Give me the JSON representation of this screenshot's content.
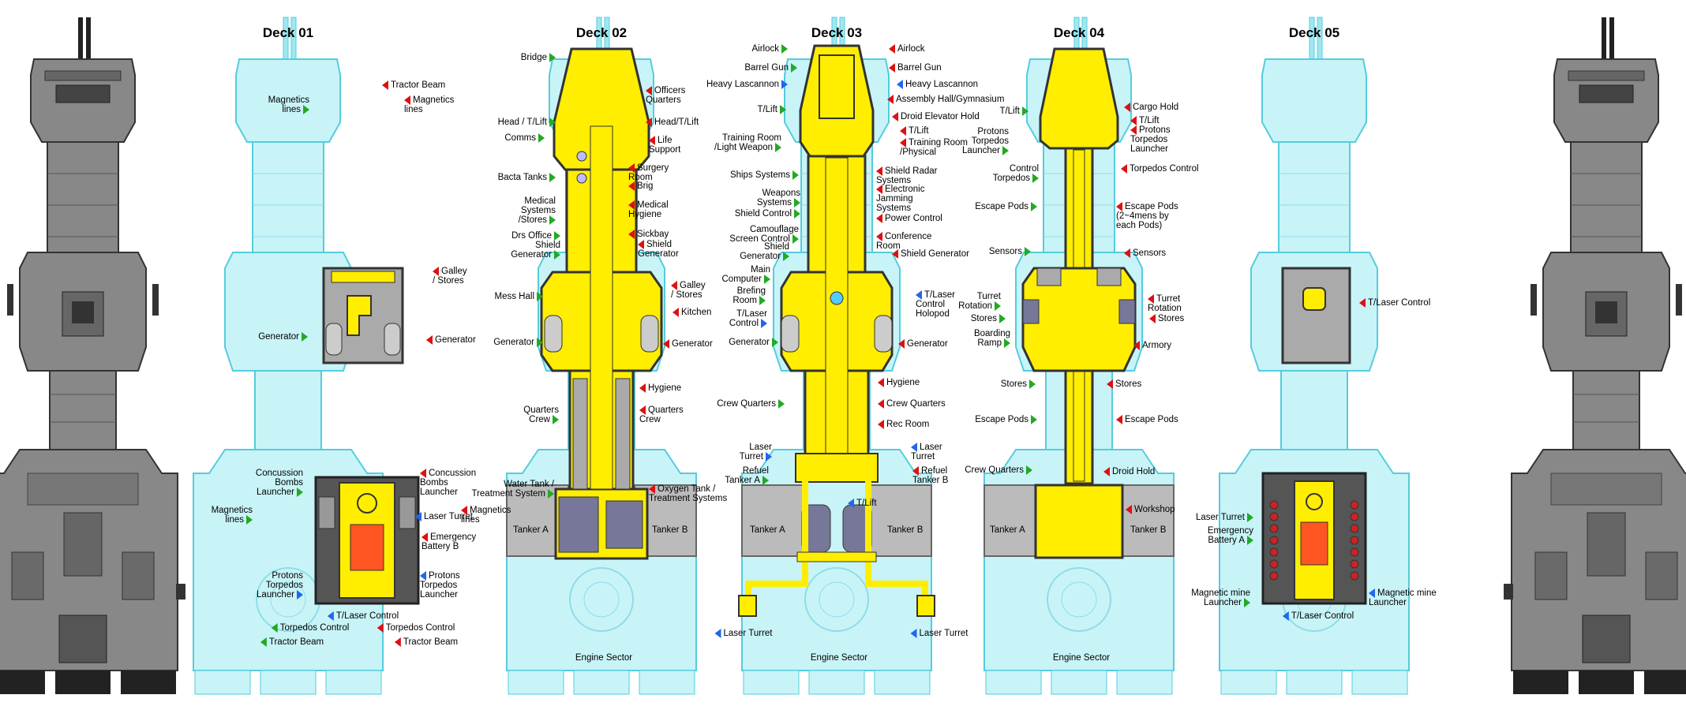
{
  "colors": {
    "green": "#22aa22",
    "red": "#dd1111",
    "blue": "#2266ee",
    "hull_blue": "#c8f4f8",
    "hull_line": "#55ccdd",
    "yellow": "#ffee00",
    "gray": "#777777",
    "dark": "#555555"
  },
  "decks": [
    {
      "key": "d01",
      "title": "Deck 01"
    },
    {
      "key": "d02",
      "title": "Deck 02"
    },
    {
      "key": "d03",
      "title": "Deck 03"
    },
    {
      "key": "d04",
      "title": "Deck 04"
    },
    {
      "key": "d05",
      "title": "Deck 05"
    }
  ],
  "labels": {
    "d01": [
      {
        "t": "Tractor Beam",
        "c": "red"
      },
      {
        "t": "Magnetics\nlines",
        "c": "green"
      },
      {
        "t": "Magnetics\nlines",
        "c": "red"
      },
      {
        "t": "Galley\n/ Stores",
        "c": "red"
      },
      {
        "t": "Generator",
        "c": "green"
      },
      {
        "t": "Generator",
        "c": "red"
      },
      {
        "t": "Concussion\nBombs\nLauncher",
        "c": "green"
      },
      {
        "t": "Concussion\nBombs\nLauncher",
        "c": "red"
      },
      {
        "t": "Magnetics\nlines",
        "c": "green"
      },
      {
        "t": "Laser Turret",
        "c": "blue"
      },
      {
        "t": "Magnetics\nlines",
        "c": "red"
      },
      {
        "t": "Emergency\nBattery B",
        "c": "red"
      },
      {
        "t": "Protons\nTorpedos\nLauncher",
        "c": "blue"
      },
      {
        "t": "Protons\nTorpedos\nLauncher",
        "c": "blue"
      },
      {
        "t": "T/Laser Control",
        "c": "blue"
      },
      {
        "t": "Torpedos Control",
        "c": "green"
      },
      {
        "t": "Torpedos Control",
        "c": "red"
      },
      {
        "t": "Tractor Beam",
        "c": "green"
      },
      {
        "t": "Tractor Beam",
        "c": "red"
      }
    ],
    "d02": [
      {
        "t": "Bridge",
        "c": "green"
      },
      {
        "t": "Officers\nQuarters",
        "c": "red"
      },
      {
        "t": "Head / T/Lift",
        "c": "green"
      },
      {
        "t": "Head/T/Lift",
        "c": "red"
      },
      {
        "t": "Comms",
        "c": "green"
      },
      {
        "t": "Life\nSupport",
        "c": "red"
      },
      {
        "t": "Surgery\nRoom",
        "c": "red"
      },
      {
        "t": "Bacta Tanks",
        "c": "green"
      },
      {
        "t": "Brig",
        "c": "red"
      },
      {
        "t": "Medical\nSystems\n/Stores",
        "c": "green"
      },
      {
        "t": "Medical\nHygiene",
        "c": "red"
      },
      {
        "t": "Drs Office",
        "c": "green"
      },
      {
        "t": "Sickbay",
        "c": "red"
      },
      {
        "t": "Shield\nGenerator",
        "c": "green"
      },
      {
        "t": "Shield\nGenerator",
        "c": "red"
      },
      {
        "t": "Galley\n/ Stores",
        "c": "red"
      },
      {
        "t": "Mess Hall",
        "c": "green"
      },
      {
        "t": "Kitchen",
        "c": "red"
      },
      {
        "t": "Generator",
        "c": "green"
      },
      {
        "t": "Generator",
        "c": "red"
      },
      {
        "t": "Hygiene",
        "c": "red"
      },
      {
        "t": "Quarters\nCrew",
        "c": "green"
      },
      {
        "t": "Quarters\nCrew",
        "c": "red"
      },
      {
        "t": "Water Tank /\nTreatment System",
        "c": "green"
      },
      {
        "t": "Oxygen Tank /\nTreatment Systems",
        "c": "red"
      },
      {
        "t": "Tanker A",
        "c": "none"
      },
      {
        "t": "Tanker B",
        "c": "none"
      },
      {
        "t": "Engine Sector",
        "c": "none"
      }
    ],
    "d03": [
      {
        "t": "Airlock",
        "c": "green"
      },
      {
        "t": "Airlock",
        "c": "red"
      },
      {
        "t": "Barrel Gun",
        "c": "green"
      },
      {
        "t": "Barrel Gun",
        "c": "red"
      },
      {
        "t": "Heavy Lascannon",
        "c": "blue"
      },
      {
        "t": "Heavy Lascannon",
        "c": "blue"
      },
      {
        "t": "Assembly Hall/Gymnasium",
        "c": "red"
      },
      {
        "t": "T/Lift",
        "c": "green"
      },
      {
        "t": "Droid Elevator Hold",
        "c": "red"
      },
      {
        "t": "T/Lift",
        "c": "red"
      },
      {
        "t": "Training Room\n/Light Weapon",
        "c": "green"
      },
      {
        "t": "Training Room\n/Physical",
        "c": "red"
      },
      {
        "t": "Ships Systems",
        "c": "green"
      },
      {
        "t": "Shield Radar\nSystems",
        "c": "red"
      },
      {
        "t": "Weapons\nSystems",
        "c": "green"
      },
      {
        "t": "Electronic\nJamming\nSystems",
        "c": "red"
      },
      {
        "t": "Shield Control",
        "c": "green"
      },
      {
        "t": "Power Control",
        "c": "red"
      },
      {
        "t": "Camouflage\nScreen Control",
        "c": "green"
      },
      {
        "t": "Conference\nRoom",
        "c": "red"
      },
      {
        "t": "Shield\nGenerator",
        "c": "green"
      },
      {
        "t": "Shield Generator",
        "c": "red"
      },
      {
        "t": "Main\nComputer",
        "c": "green"
      },
      {
        "t": "Brefing\nRoom",
        "c": "green"
      },
      {
        "t": "T/Laser\nControl\nHolopod",
        "c": "blue"
      },
      {
        "t": "T/Laser\nControl",
        "c": "blue"
      },
      {
        "t": "Generator",
        "c": "green"
      },
      {
        "t": "Generator",
        "c": "red"
      },
      {
        "t": "Hygiene",
        "c": "red"
      },
      {
        "t": "Crew Quarters",
        "c": "green"
      },
      {
        "t": "Crew Quarters",
        "c": "red"
      },
      {
        "t": "Rec Room",
        "c": "red"
      },
      {
        "t": "Laser\nTurret",
        "c": "blue"
      },
      {
        "t": "Laser\nTurret",
        "c": "blue"
      },
      {
        "t": "Refuel\nTanker A",
        "c": "green"
      },
      {
        "t": "Refuel\nTanker B",
        "c": "red"
      },
      {
        "t": "T/Lift",
        "c": "blue"
      },
      {
        "t": "Tanker A",
        "c": "none"
      },
      {
        "t": "Tanker B",
        "c": "none"
      },
      {
        "t": "Laser Turret",
        "c": "blue"
      },
      {
        "t": "Laser Turret",
        "c": "blue"
      },
      {
        "t": "Engine Sector",
        "c": "none"
      }
    ],
    "d04": [
      {
        "t": "T/Lift",
        "c": "green"
      },
      {
        "t": "Cargo Hold",
        "c": "red"
      },
      {
        "t": "T/Lift",
        "c": "red"
      },
      {
        "t": "Protons\nTorpedos\nLauncher",
        "c": "green"
      },
      {
        "t": "Protons\nTorpedos\nLauncher",
        "c": "red"
      },
      {
        "t": "Control\nTorpedos",
        "c": "green"
      },
      {
        "t": "Torpedos Control",
        "c": "red"
      },
      {
        "t": "Escape Pods",
        "c": "green"
      },
      {
        "t": "Escape Pods\n(2~4mens by\neach Pods)",
        "c": "red"
      },
      {
        "t": "Sensors",
        "c": "green"
      },
      {
        "t": "Sensors",
        "c": "red"
      },
      {
        "t": "Turret\nRotation",
        "c": "green"
      },
      {
        "t": "Turret\nRotation",
        "c": "red"
      },
      {
        "t": "Stores",
        "c": "green"
      },
      {
        "t": "Stores",
        "c": "red"
      },
      {
        "t": "Boarding\nRamp",
        "c": "green"
      },
      {
        "t": "Armory",
        "c": "red"
      },
      {
        "t": "Stores",
        "c": "green"
      },
      {
        "t": "Stores",
        "c": "red"
      },
      {
        "t": "Escape Pods",
        "c": "green"
      },
      {
        "t": "Escape Pods",
        "c": "red"
      },
      {
        "t": "Crew Quarters",
        "c": "green"
      },
      {
        "t": "Droid Hold",
        "c": "red"
      },
      {
        "t": "Workshop",
        "c": "red"
      },
      {
        "t": "Tanker A",
        "c": "none"
      },
      {
        "t": "Tanker B",
        "c": "none"
      },
      {
        "t": "Engine Sector",
        "c": "none"
      }
    ],
    "d05": [
      {
        "t": "T/Laser Control",
        "c": "red"
      },
      {
        "t": "Laser Turret",
        "c": "green"
      },
      {
        "t": "Emergency\nBattery A",
        "c": "green"
      },
      {
        "t": "Magnetic mine\nLauncher",
        "c": "green"
      },
      {
        "t": "Magnetic mine\nLauncher",
        "c": "blue"
      },
      {
        "t": "T/Laser Control",
        "c": "blue"
      }
    ]
  }
}
